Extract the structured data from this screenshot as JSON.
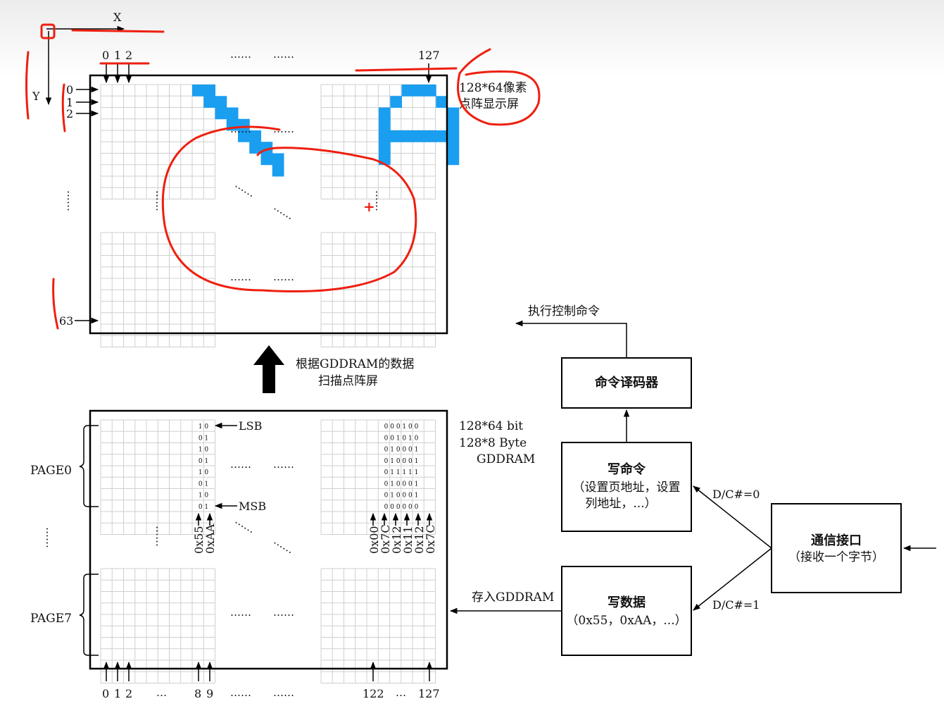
{
  "axes": {
    "x_label": "X",
    "y_label": "Y"
  },
  "display": {
    "col_labels": [
      "0",
      "1",
      "2"
    ],
    "col_dots": [
      "……",
      "……"
    ],
    "last_col_label": "127",
    "row_labels": [
      "0",
      "1",
      "2"
    ],
    "last_row_label": "63",
    "vdots": "……",
    "callout": [
      "128*64像素",
      "点阵显示屏"
    ]
  },
  "scan_label": [
    "根据GDDRAM的数据",
    "扫描点阵屏"
  ],
  "gddram": {
    "info": [
      "128*64 bit",
      "128*8 Byte",
      "GDDRAM"
    ],
    "pages": [
      "PAGE0",
      "PAGE7"
    ],
    "lsb": "LSB",
    "msb": "MSB",
    "bits_left": [
      "1 0",
      "0 1",
      "1 0",
      "0 1",
      "1 0",
      "0 1",
      "1 0",
      "0 1"
    ],
    "bits_right": [
      "0 0 0 1 0 0",
      "0 0 1 0 1 0",
      "0 1 0 0 0 1",
      "0 1 0 0 0 1",
      "0 1 1 1 1 1",
      "0 1 0 0 0 1",
      "0 1 0 0 0 1",
      "0 0 0 0 0 0"
    ],
    "bytes_left": [
      "0x55",
      "0xAA"
    ],
    "bytes_right": [
      "0x00",
      "0x7C",
      "0x12",
      "0x11",
      "0x12",
      "0x7C"
    ],
    "bottom_labels": [
      "0",
      "1",
      "2",
      "…",
      "8",
      "9",
      "……",
      "……",
      "122",
      "…",
      "127"
    ]
  },
  "blocks": {
    "decoder": "命令译码器",
    "exec": "执行控制命令",
    "write_cmd": {
      "title": "写命令",
      "lines": [
        "（设置页地址，设置",
        "列地址，...）"
      ]
    },
    "write_data": {
      "title": "写数据",
      "line": "（0x55，0xAA，...）"
    },
    "comm": {
      "title": "通信接口",
      "line": "（接收一个字节）"
    },
    "dc0": "D/C#=0",
    "dc1": "D/C#=1",
    "store": "存入GDDRAM"
  },
  "colors": {
    "pixel": "#1a9ef0",
    "annotation": "#ee1f0f",
    "grid": "#cfcfcf",
    "line": "#000000"
  },
  "glyph_left": [
    [
      0,
      0
    ],
    [
      0,
      1
    ],
    [
      1,
      1
    ],
    [
      1,
      2
    ],
    [
      2,
      2
    ],
    [
      2,
      3
    ],
    [
      3,
      3
    ],
    [
      3,
      4
    ],
    [
      4,
      4
    ],
    [
      4,
      5
    ],
    [
      5,
      5
    ],
    [
      5,
      6
    ],
    [
      6,
      6
    ],
    [
      6,
      7
    ],
    [
      7,
      7
    ]
  ],
  "glyph_right": [
    [
      0,
      2
    ],
    [
      0,
      3
    ],
    [
      0,
      4
    ],
    [
      1,
      1
    ],
    [
      1,
      5
    ],
    [
      2,
      0
    ],
    [
      2,
      6
    ],
    [
      3,
      0
    ],
    [
      3,
      6
    ],
    [
      4,
      0
    ],
    [
      4,
      1
    ],
    [
      4,
      2
    ],
    [
      4,
      3
    ],
    [
      4,
      4
    ],
    [
      4,
      5
    ],
    [
      4,
      6
    ],
    [
      5,
      0
    ],
    [
      5,
      6
    ],
    [
      6,
      0
    ],
    [
      6,
      6
    ]
  ]
}
